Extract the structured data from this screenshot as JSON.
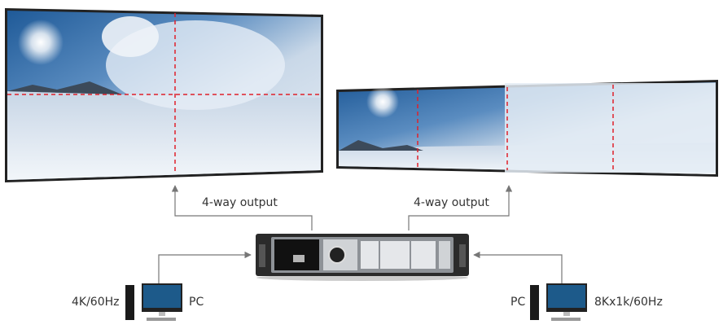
{
  "outputs": {
    "left_label": "4-way output",
    "right_label": "4-way output"
  },
  "inputs": {
    "left": {
      "resolution": "4K/60Hz",
      "source": "PC"
    },
    "right": {
      "resolution": "8Kx1k/60Hz",
      "source": "PC"
    }
  },
  "colors": {
    "split_line": "#e0202a",
    "connector": "#777777",
    "sky": "#2f6fae",
    "snow": "#dfe8f2"
  }
}
